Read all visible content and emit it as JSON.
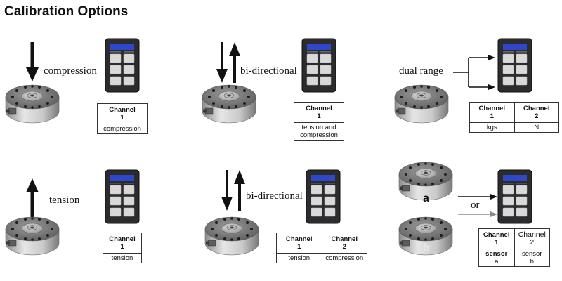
{
  "title": "Calibration Options",
  "panels": [
    {
      "label": "compression",
      "table": {
        "headers": [
          [
            "Channel",
            "1"
          ]
        ],
        "values": [
          "compression"
        ]
      }
    },
    {
      "label": "bi-directional",
      "table": {
        "headers": [
          [
            "Channel",
            "1"
          ]
        ],
        "values": [
          "tension and compression"
        ]
      }
    },
    {
      "label": "dual range",
      "table": {
        "headers": [
          [
            "Channel",
            "1"
          ],
          [
            "Channel",
            "2"
          ]
        ],
        "values": [
          "kgs",
          "N"
        ]
      }
    },
    {
      "label": "tension",
      "table": {
        "headers": [
          [
            "Channel",
            "1"
          ]
        ],
        "values": [
          "tension"
        ]
      }
    },
    {
      "label": "bi-directional",
      "table": {
        "headers": [
          [
            "Channel",
            "1"
          ],
          [
            "Channel",
            "2"
          ]
        ],
        "values": [
          "tension",
          "compression"
        ]
      }
    },
    {
      "label": "or",
      "sensor_labels": [
        "a",
        "b"
      ],
      "table": {
        "headers": [
          [
            "Channel",
            "1"
          ],
          [
            "Channel",
            "2"
          ]
        ],
        "values": [
          [
            "sensor",
            "a"
          ],
          [
            "sensor",
            "b"
          ]
        ]
      }
    }
  ],
  "colors": {
    "display": "#2f47c9",
    "device_body": "#2c2c2e",
    "button": "#d9d9d9",
    "arrow": "#111111",
    "arrow_gray": "#8a8a8a"
  }
}
